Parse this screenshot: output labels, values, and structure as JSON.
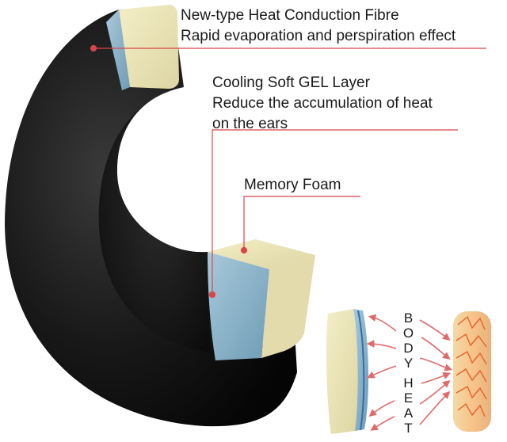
{
  "annotations": {
    "fibre": {
      "title": "New-type Heat Conduction Fibre",
      "subtitle": "Rapid evaporation and perspiration effect"
    },
    "gel": {
      "title": "Cooling Soft GEL Layer",
      "line2": "Reduce the accumulation of heat",
      "line3": "on the ears"
    },
    "foam": {
      "title": "Memory Foam"
    }
  },
  "inset": {
    "word1_letters": [
      "B",
      "O",
      "D",
      "Y"
    ],
    "word2_letters": [
      "H",
      "E",
      "A",
      "T"
    ]
  },
  "colors": {
    "pad": "#121212",
    "fibre": "#ece6b9",
    "gel": "#8fb6cb",
    "accent_line": "#d8454a",
    "heat": "#e8622c"
  }
}
